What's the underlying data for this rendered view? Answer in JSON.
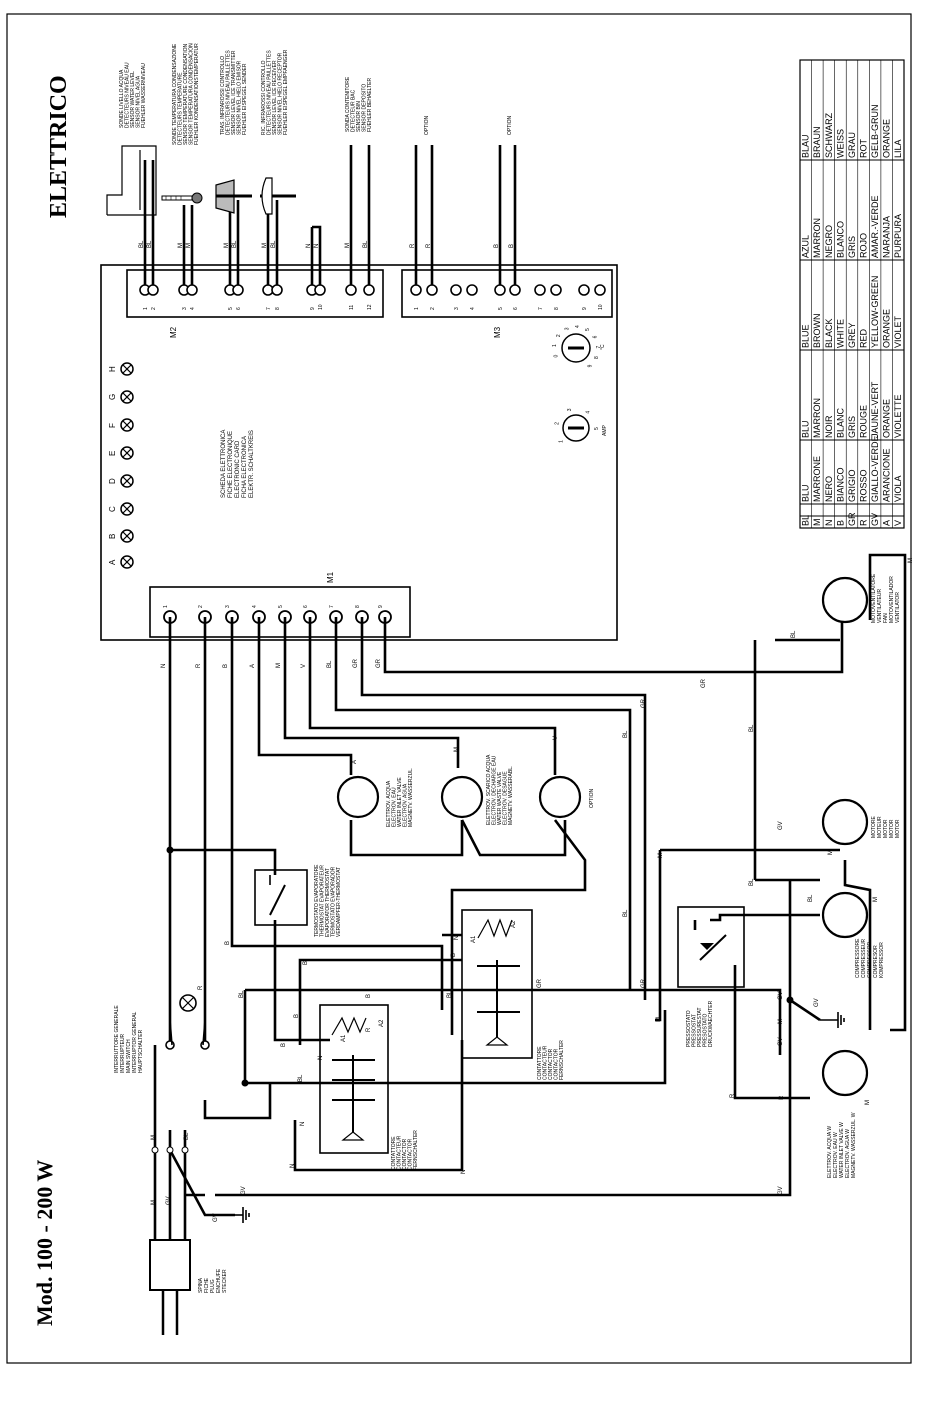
{
  "title_section": "ELETTRICO",
  "model_title": "Mod. 100 - 200  W",
  "board": {
    "label_lines": [
      "SCHEDA ELETTRONICA",
      "FICHE ELECTRONIQUE",
      "ELECTRONIC CARD",
      "FICHA ELECTRONICA",
      "ELEKTR. SCHALTKREIS"
    ],
    "m1": "M1",
    "m2": "M2",
    "m3": "M3",
    "leds": [
      "A",
      "B",
      "C",
      "D",
      "E",
      "F",
      "G",
      "H"
    ],
    "m1_terminals": [
      "1",
      "2",
      "3",
      "4",
      "5",
      "6",
      "7",
      "8",
      "9"
    ],
    "m2_terminals": [
      "1",
      "2",
      "3",
      "4",
      "5",
      "6",
      "7",
      "8",
      "9",
      "10",
      "11",
      "12"
    ],
    "m3_terminals": [
      "1",
      "2",
      "3",
      "4",
      "5",
      "6",
      "7",
      "8",
      "9",
      "10"
    ],
    "m1_wires": [
      "N",
      "R",
      "B",
      "A",
      "M",
      "V",
      "BL",
      "GR",
      "GR"
    ],
    "m2_wires": [
      "BL",
      "BL",
      "M",
      "M",
      "M",
      "BL",
      "M",
      "BL",
      "N",
      "N",
      "M",
      "BL"
    ],
    "m3_wires": [
      "R",
      "R",
      "B",
      "B"
    ],
    "temp_knob_label": "°C",
    "amp_knob_label": "AMP",
    "temp_knob_scale": [
      "0",
      "1",
      "2",
      "3",
      "4",
      "5",
      "6",
      "7",
      "8",
      "9"
    ],
    "amp_knob_scale": [
      "1",
      "2",
      "3",
      "4",
      "5"
    ]
  },
  "sensors": {
    "water_level": [
      "SONDE LIVELLO ACQUA",
      "DETECTEURS NIVEAU EAU",
      "SENSOR WATER LEVEL",
      "SENSOR NIVEL AGUA",
      "FUEHLER WASSERNIVEAU"
    ],
    "condensation_temp": [
      "SONDE TEMPERATURA CONDENSAZIONE",
      "DETECTEURS TEMPERATURE",
      "SENSOR TEMPERATURE CONDENSATION",
      "SENSOR TEMPERATURA CONDENSACION",
      "FUEHLER KONDENSATIONSTEMPERATUR"
    ],
    "ir_transmitter": [
      "TRAS. INFRAROSSI CONTROLLO",
      "DETECTEURS NIVEAU PAILLETTES",
      "SENSOR LEVEL ICE TRANSMITTER",
      "SENSOR NIVEL HIELO EMISOR",
      "FUEHLER EISPEGEL SENDER"
    ],
    "ir_receiver": [
      "RIC. INFRAROSSI CONTROLLO",
      "DETECTEURS NIVEAU PAILLETTES",
      "SENSOR LEVEL ICE RECEIVER",
      "SENSOR NIVEL HIELO RECEPTOR",
      "FUEHLER EISPEGEL EMPFAENGER"
    ],
    "bin_sensor": [
      "SONDA CONTENITORE",
      "DETECTEUR BAC",
      "SENSOR BIN",
      "SENSOR DEPOSITO",
      "FUEHLER BEHAELTER"
    ],
    "option1": "OPTION",
    "option2": "OPTION"
  },
  "components": {
    "inlet_valve": [
      "ELETTROV. ACQUA",
      "ELECTROV. EAU",
      "WATER INLET VALVE",
      "ELECTROV. AGUA",
      "MAGNETV. WASSERZUL."
    ],
    "drain_valve": [
      "ELETTROV. SCARICO ACQUA",
      "ELECTROV. DECHARGE EAU",
      "WATER WASTE VALVE",
      "ELECTROV. DESAGUE",
      "MAGNETV. WASSERABL."
    ],
    "option_valve": "OPTION",
    "evap_thermostat": [
      "TERMOSTATO EVAPORATORE",
      "THERMOSTAT EVAPORATEUR",
      "EVAPORATOR THERMOSTAT",
      "TERMOSTATO EVAPORADOR",
      "VERDAMPFER-THERMOSTAT"
    ],
    "fan_motor": [
      "MOTOVENTILATORE",
      "VENTILATEUR",
      "FAN",
      "MOTOVENTILADOR",
      "VENTILATOR"
    ],
    "gear_motor": [
      "MOTORE",
      "MOTEUR",
      "MOTOR",
      "MOTOR",
      "MOTOR"
    ],
    "compressor": [
      "COMPRESSORE",
      "COMPRESSEUR",
      "COMPRESSOR",
      "COMPRESOR",
      "KOMPRESSOR"
    ],
    "pressure_switch": [
      "PRESSOSTATO",
      "PRESSOSTAT",
      "PRESSURESTAT",
      "PRESOSTATO",
      "DRUCKWAECHTER"
    ],
    "inlet_valve_w": [
      "ELETTROV. ACQUA  W",
      "ELECTROV. EAU  W",
      "WATER INLET VALVE  W",
      "ELECTROV. AGUA  W",
      "MAGNETV. WASSERZUL.  W"
    ],
    "contactor_a": [
      "CONTATTORE",
      "CONTACTEUR",
      "CONTACTOR",
      "CONTACTOR",
      "FERNSCHALTER"
    ],
    "contactor_b": [
      "CONTATTORE",
      "CONTACTEUR",
      "CONTACTOR",
      "CONTACTOR",
      "FERNSCHALTER"
    ],
    "main_switch": [
      "INTERRUTTORE GENERALE",
      "INTERRUPTEUR",
      "MAIN SWITCH",
      "INTERRUPTOR GENERAL",
      "HAUPTSCHALTER"
    ],
    "plug": [
      "SPINA",
      "FICHE",
      "PLUG",
      "ENCHUFE",
      "STECKER"
    ]
  },
  "wire_labels": {
    "n": "N",
    "r": "R",
    "b": "B",
    "a": "A",
    "m": "M",
    "v": "V",
    "bl": "BL",
    "gr": "GR",
    "gv": "GV",
    "a1": "A1",
    "a2": "A2"
  },
  "color_table": {
    "codes": [
      "BL",
      "M",
      "N",
      "B",
      "GR",
      "R",
      "GV",
      "A",
      "V"
    ],
    "italian": [
      "BLU",
      "MARRONE",
      "NERO",
      "BIANCO",
      "GRIGIO",
      "ROSSO",
      "GIALLO-VERDE",
      "ARANCIONE",
      "VIOLA"
    ],
    "french": [
      "BLU",
      "MARRON",
      "NOIR",
      "BLANC",
      "GRIS",
      "ROUGE",
      "JAUNE-VERT",
      "ORANGE",
      "VIOLETTE"
    ],
    "english": [
      "BLUE",
      "BROWN",
      "BLACK",
      "WHITE",
      "GREY",
      "RED",
      "YELLOW-GREEN",
      "ORANGE",
      "VIOLET"
    ],
    "spanish": [
      "AZUL",
      "MARRON",
      "NEGRO",
      "BLANCO",
      "GRIS",
      "ROJO",
      "AMAR.-VERDE",
      "NARANJA",
      "PURPURA"
    ],
    "german": [
      "BLAU",
      "BRAUN",
      "SCHWARZ",
      "WEISS",
      "GRAU",
      "ROT",
      "GELB-GRUN",
      "ORANGE",
      "LILA"
    ]
  }
}
